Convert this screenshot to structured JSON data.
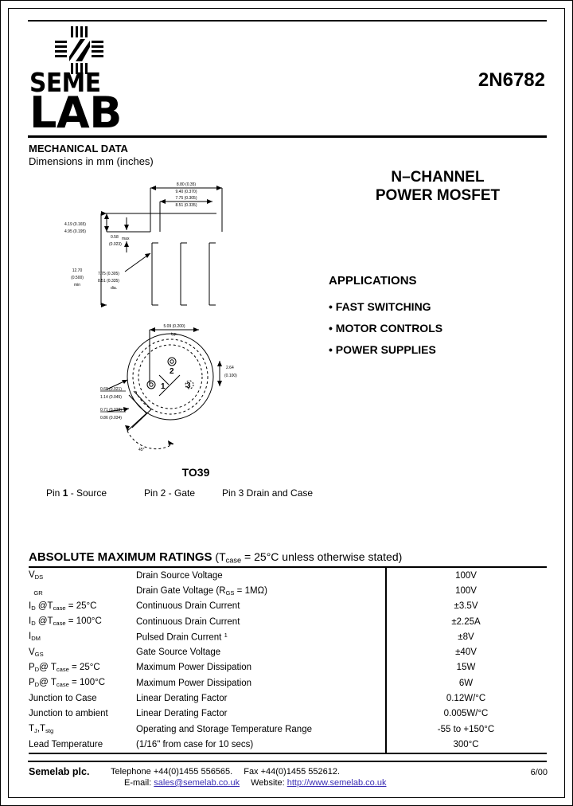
{
  "header": {
    "part_number": "2N6782",
    "logo_top_word": "SEME",
    "logo_bottom_word": "LAB",
    "logo_icon": "semelab-grid-logo"
  },
  "mechanical": {
    "title": "MECHANICAL DATA",
    "subtitle": "Dimensions in mm (inches)",
    "package_name": "TO39",
    "pins": [
      {
        "label_prefix": "Pin ",
        "number": "1",
        "label_suffix": " - Source"
      },
      {
        "label_prefix": "Pin ",
        "number": "2",
        "label_suffix": " - Gate"
      },
      {
        "label_prefix": "Pin ",
        "number": "3",
        "label_suffix": " Drain and Case"
      }
    ],
    "pin1_text": "Pin 1 - Source",
    "pin2_text": "Pin 2 - Gate",
    "pin3_text": "Pin 3 Drain and Case",
    "dimensions_top": {
      "outer_width_a": "8.80 (0.35)",
      "outer_width_b": "9.40 (0.370)",
      "inner_width_a": "7.75 (0.305)",
      "inner_width_b": "8.51 (0.335)",
      "left_height_a": "4.19 (0.165)",
      "left_height_b": "4.95 (0.195)",
      "gap_a": "0.58",
      "gap_max": "max",
      "gap_b": "(0.023)",
      "lead_len_a": "12.70",
      "lead_len_b": "(0.500)",
      "lead_len_c": "min",
      "body_dia_a": "7.75 (0.305)",
      "body_dia_b": "8.51 (0.335)",
      "body_dia_c": "dia."
    },
    "dimensions_circle": {
      "pitch_a": "5.09 (0.200)",
      "pitch_b": "typ.",
      "vert_a": "2.64",
      "vert_b": "(0.100)",
      "tab_a": "0.60 (0.021)",
      "tab_b": "1.14 (0.045)",
      "lead_a": "0.71 (0.028)",
      "lead_b": "0.86 (0.034)",
      "angle": "45°",
      "pin_numbers": [
        "1",
        "2",
        "3"
      ]
    }
  },
  "product": {
    "family_line1": "N–CHANNEL",
    "family_line2": "POWER MOSFET",
    "applications_title": "APPLICATIONS",
    "applications": [
      "• FAST SWITCHING",
      "• MOTOR CONTROLS",
      "• POWER SUPPLIES"
    ]
  },
  "ratings": {
    "heading_bold": "ABSOLUTE MAXIMUM RATINGS",
    "heading_cond_pre": " (T",
    "heading_cond_sub": "case",
    "heading_cond_post": " = 25°C unless otherwise stated)",
    "rows": [
      {
        "sym_main": "V",
        "sym_sub": "DS",
        "sym_post": "",
        "desc": "Drain Source Voltage",
        "value": "100V"
      },
      {
        "sym_main": "",
        "sym_sub": "GR",
        "sym_post": "",
        "desc_pre": "Drain Gate Voltage (R",
        "desc_sub": "GS",
        "desc_post": " = 1MΩ)",
        "desc": "Drain Gate Voltage (RGS = 1MΩ)",
        "value": "100V"
      },
      {
        "sym_main": "I",
        "sym_sub": "D",
        "sym_post": " @T",
        "sym_sub2": "case",
        "sym_post2": " = 25°C",
        "desc": "Continuous Drain Current",
        "value": "±3.5V"
      },
      {
        "sym_main": "I",
        "sym_sub": "D",
        "sym_post": " @T",
        "sym_sub2": "case",
        "sym_post2": " = 100°C",
        "desc": "Continuous Drain Current",
        "value": "±2.25A"
      },
      {
        "sym_main": "I",
        "sym_sub": "DM",
        "sym_post": "",
        "desc": "Pulsed Drain Current",
        "desc_sup": "1",
        "value": "±8V"
      },
      {
        "sym_main": "V",
        "sym_sub": "GS",
        "sym_post": "",
        "desc": "Gate Source Voltage",
        "value": "±40V"
      },
      {
        "sym_main": "P",
        "sym_sub": "D",
        "sym_post": "@ T",
        "sym_sub2": "case",
        "sym_post2": " = 25°C",
        "desc": "Maximum Power Dissipation",
        "value": "15W"
      },
      {
        "sym_main": "P",
        "sym_sub": "D",
        "sym_post": "@ T",
        "sym_sub2": "case",
        "sym_post2": " = 100°C",
        "desc": "Maximum Power Dissipation",
        "value": "6W"
      },
      {
        "sym_main": "Junction to Case",
        "sym_sub": "",
        "sym_post": "",
        "desc": "Linear Derating Factor",
        "value": "0.12W/°C"
      },
      {
        "sym_main": "Junction to ambient",
        "sym_sub": "",
        "sym_post": "",
        "desc": "Linear Derating Factor",
        "value": "0.005W/°C"
      },
      {
        "sym_main": "T",
        "sym_sub": "J",
        "sym_post": ",T",
        "sym_sub2": "stg",
        "sym_post2": "",
        "desc": "Operating and Storage Temperature Range",
        "value": "-55 to +150°C"
      },
      {
        "sym_main": "Lead Temperature",
        "sym_sub": "",
        "sym_post": "",
        "desc": "(1/16\" from case for 10 secs)",
        "value": "300°C"
      }
    ]
  },
  "footer": {
    "company": "Semelab plc.",
    "telephone": "Telephone +44(0)1455 556565.",
    "fax": "Fax +44(0)1455 552612.",
    "email_label": "E-mail:",
    "email": "sales@semelab.co.uk",
    "website_label": "Website:",
    "website": "http://www.semelab.co.uk",
    "date": "6/00",
    "link_color": "#3b2fb5"
  }
}
